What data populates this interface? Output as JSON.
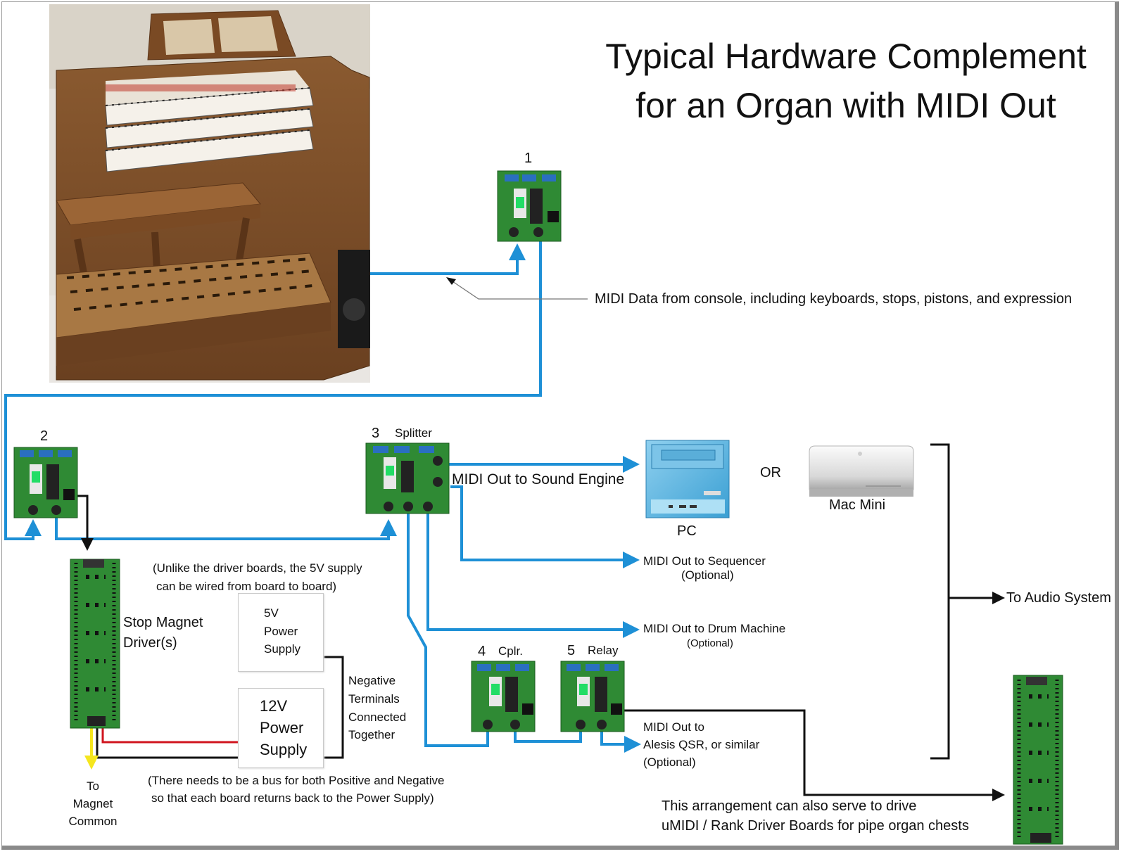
{
  "title": {
    "line1": "Typical Hardware Complement",
    "line2": "for an Organ with MIDI Out"
  },
  "boards": {
    "b1": {
      "number": "1"
    },
    "b2": {
      "number": "2"
    },
    "b3": {
      "number": "3",
      "name": "Splitter"
    },
    "b4": {
      "number": "4",
      "name": "Cplr."
    },
    "b5": {
      "number": "5",
      "name": "Relay"
    }
  },
  "labels": {
    "midi_data": "MIDI Data from console, including keyboards, stops, pistons, and expression",
    "sound_engine": "MIDI Out to Sound Engine",
    "pc": "PC",
    "or": "OR",
    "mac_mini": "Mac Mini",
    "audio_system": "To Audio System",
    "sequencer": "MIDI Out to Sequencer",
    "sequencer_opt": "(Optional)",
    "drum": "MIDI Out to Drum Machine",
    "drum_opt": "(Optional)",
    "stop_magnet_1": "Stop Magnet",
    "stop_magnet_2": "Driver(s)",
    "supply_note_1": "(Unlike the driver boards, the 5V supply",
    "supply_note_2": "can be wired from board to board)",
    "psu5_1": "5V",
    "psu5_2": "Power",
    "psu5_3": "Supply",
    "psu12_1": "12V",
    "psu12_2": "Power",
    "psu12_3": "Supply",
    "neg_1": "Negative",
    "neg_2": "Terminals",
    "neg_3": "Connected",
    "neg_4": "Together",
    "bus_note_1": "(There needs to be a bus for both Positive and Negative",
    "bus_note_2": "so that each board returns back to the Power Supply)",
    "magnet_1": "To",
    "magnet_2": "Magnet",
    "magnet_3": "Common",
    "alesis_1": "MIDI Out to",
    "alesis_2": "Alesis QSR, or similar",
    "alesis_3": "(Optional)",
    "arrangement_1": "This arrangement can also serve to drive",
    "arrangement_2": "uMIDI / Rank Driver Boards for pipe organ chests"
  },
  "colors": {
    "midi_cable": "#1e90d6",
    "wire_black": "#111111",
    "wire_red": "#d0141e",
    "wire_yellow": "#f5e61e",
    "pcb_green": "#2f8a34"
  }
}
